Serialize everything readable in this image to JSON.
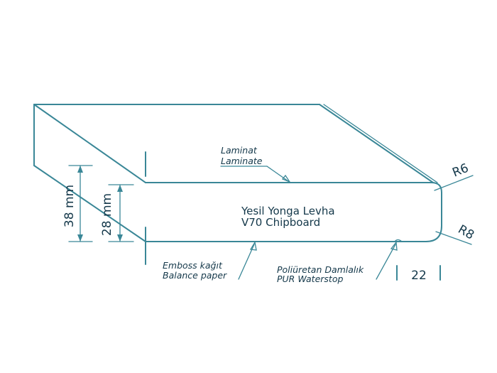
{
  "diagram": {
    "labels": {
      "laminat_tr": "Laminat",
      "laminat_en": "Laminate",
      "core_tr": "Yesil Yonga Levha",
      "core_en": "V70 Chipboard",
      "emboss_tr": "Emboss kağıt",
      "emboss_en": "Balance paper",
      "pur_tr": "Poliüretan Damlalık",
      "pur_en": "PUR Waterstop"
    },
    "dimensions": {
      "total_height": "38 mm",
      "core_height": "28 mm",
      "radius_top": "R6",
      "radius_bottom": "R8",
      "drip_width": "22"
    },
    "colors": {
      "line": "#3a8797",
      "text": "#14384a"
    }
  }
}
